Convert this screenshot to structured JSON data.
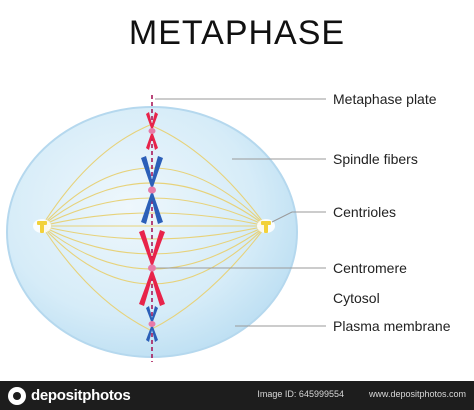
{
  "title": "METAPHASE",
  "labels": {
    "metaphase_plate": "Metaphase plate",
    "spindle_fibers": "Spindle fibers",
    "centrioles": "Centrioles",
    "centromere": "Centromere",
    "cytosol": "Cytosol",
    "plasma_membrane": "Plasma membrane"
  },
  "footer": {
    "logo_text": "depositphotos",
    "image_id": "Image ID: 645999554",
    "site": "www.depositphotos.com"
  },
  "colors": {
    "cell_fill": "#cfe8f6",
    "cell_edge": "#b5d8ee",
    "spindle": "#e7d27a",
    "centriole": "#f2d13a",
    "chromosome_red": "#e8234a",
    "chromosome_blue": "#2b5fb8",
    "centromere": "#e87aa8",
    "plate_line": "#a8195a",
    "leader_line": "#9a9a9a",
    "footer_bg": "#1d1d1d"
  }
}
